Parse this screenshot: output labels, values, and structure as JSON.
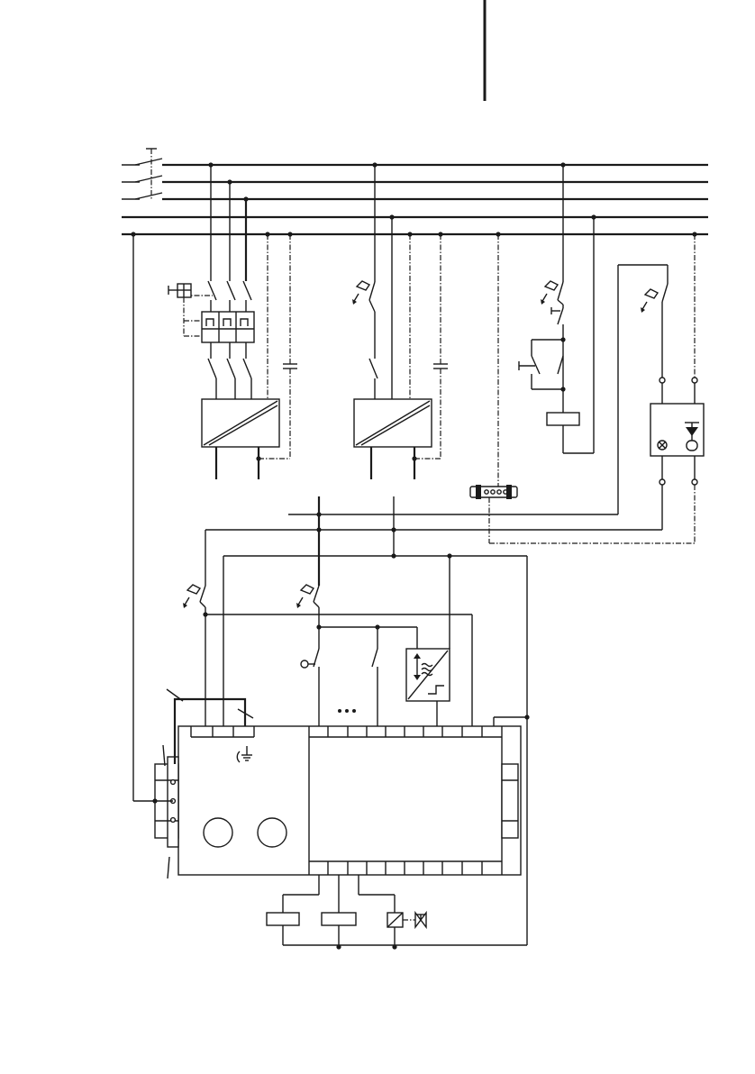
{
  "page": {
    "background": "#ffffff",
    "line_color": "#1a1a1a"
  },
  "diagram": {
    "type": "electrical-wiring-schematic",
    "text_labels": [],
    "components": [
      "main-isolator-switch",
      "supply-busbars",
      "motor-circuit-breaker",
      "frequency-inverter",
      "emc-capacitor",
      "emergency-stop-button",
      "start-stop-pushbuttons",
      "contactor-coil",
      "signal-lamp",
      "terminal-strip",
      "signal-isolator",
      "control-relay-module",
      "relay-coil",
      "solenoid-valve"
    ],
    "icons": [
      "protective-earth-icon",
      "ellipsis-icon",
      "lamp-icon"
    ]
  }
}
